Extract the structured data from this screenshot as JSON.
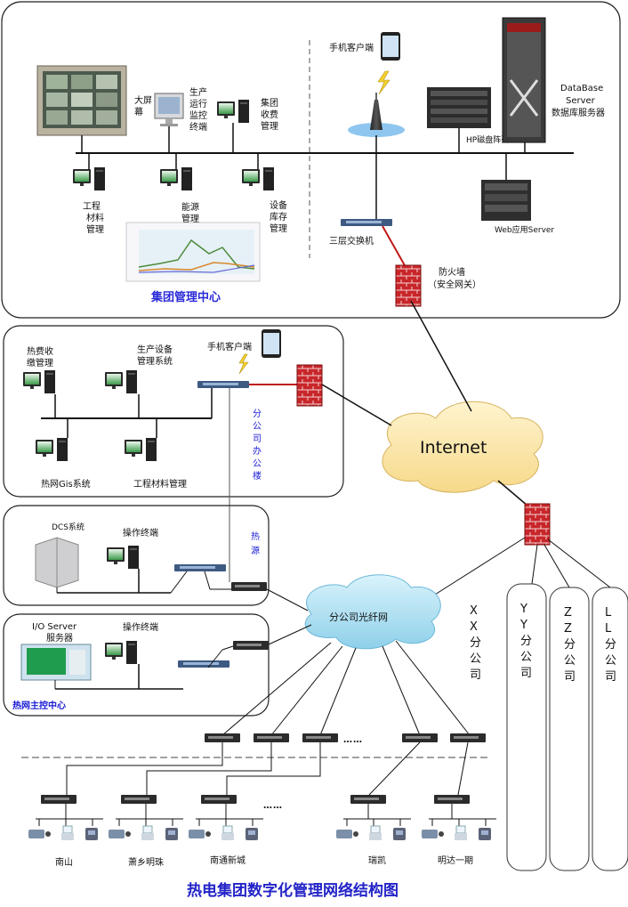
{
  "center": {
    "title": "集团管理中心",
    "big_screen": [
      "大屏",
      "幕"
    ],
    "prod_monitor": [
      "生产",
      "运行",
      "监控",
      "终端"
    ],
    "billing": [
      "集团",
      "收费",
      "管理"
    ],
    "mobile_client": "手机客户端",
    "hp_array": "HP磁盘阵列",
    "db_server": [
      "DataBase",
      "Server",
      "数据库服务器"
    ],
    "engineering_materials": [
      "工程",
      "材料",
      "管理"
    ],
    "energy": [
      "能源",
      "管理"
    ],
    "equipment_inventory": [
      "设备",
      "库存",
      "管理"
    ],
    "web_server": "Web应用Server",
    "l3_switch": "三层交换机",
    "firewall": [
      "防火墙",
      "（安全网关）"
    ]
  },
  "branch_office": {
    "title": [
      "分",
      "公",
      "司",
      "办",
      "公",
      "楼"
    ],
    "heat_fee": [
      "热费收",
      "缴管理"
    ],
    "prod_equipment": [
      "生产设备",
      "管理系统"
    ],
    "mobile_client": "手机客户端",
    "gis": "热网Gis系统",
    "materials": "工程材料管理"
  },
  "heat_source": {
    "title": [
      "热",
      "源"
    ],
    "dcs": "DCS系统",
    "terminal": "操作终端"
  },
  "control_center": {
    "title": "热网主控中心",
    "io_server": [
      "I/O Server",
      "服务器"
    ],
    "terminal": "操作终端"
  },
  "internet": "Internet",
  "fiber": "分公司光纤网",
  "other_companies": [
    {
      "chars": [
        "X",
        "X",
        "分",
        "公",
        "司"
      ]
    },
    {
      "chars": [
        "Y",
        "Y",
        "分",
        "公",
        "司"
      ]
    },
    {
      "chars": [
        "Z",
        "Z",
        "分",
        "公",
        "司"
      ]
    },
    {
      "chars": [
        "L",
        "L",
        "分",
        "公",
        "司"
      ]
    }
  ],
  "stations": [
    "南山",
    "萧乡明珠",
    "南通新城",
    "瑞凯",
    "明达一期"
  ],
  "footer_title": "热电集团数字化管理网络结构图"
}
